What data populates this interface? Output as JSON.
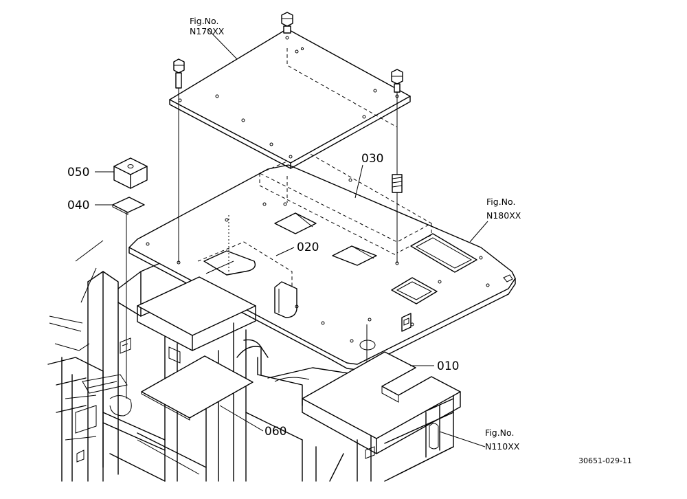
{
  "parts": [
    {
      "id": "010"
    },
    {
      "id": "020"
    },
    {
      "id": "030"
    },
    {
      "id": "040"
    },
    {
      "id": "050"
    },
    {
      "id": "060"
    }
  ],
  "figure_refs": [
    {
      "heading": "Fig.No.",
      "number": "N170XX"
    },
    {
      "heading": "Fig.No.",
      "number": "N180XX"
    },
    {
      "heading": "Fig.No.",
      "number": "N110XX"
    }
  ],
  "drawing_code": "30651-029-11"
}
